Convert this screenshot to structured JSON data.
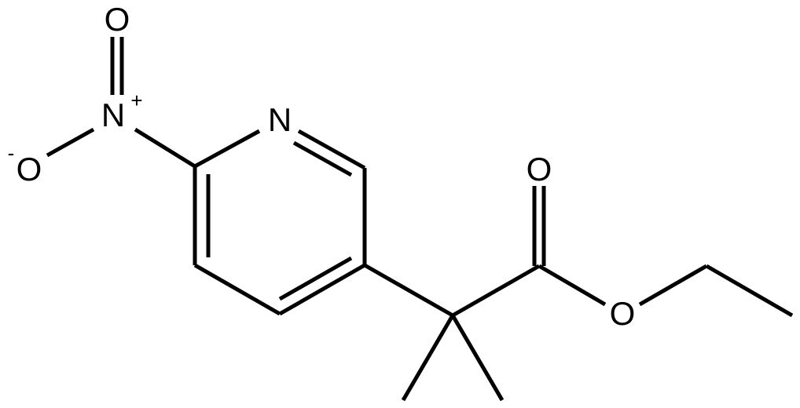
{
  "molecule": {
    "atoms": {
      "nitro_o_top": "O",
      "nitro_n": "N",
      "nitro_n_charge": "+",
      "nitro_o_left": "O",
      "nitro_o_left_charge": "-",
      "ring_n": "N",
      "carbonyl_o": "O",
      "ester_o": "O"
    }
  },
  "colors": {
    "bond": "#000000",
    "label": "#000000",
    "background": "#ffffff"
  }
}
